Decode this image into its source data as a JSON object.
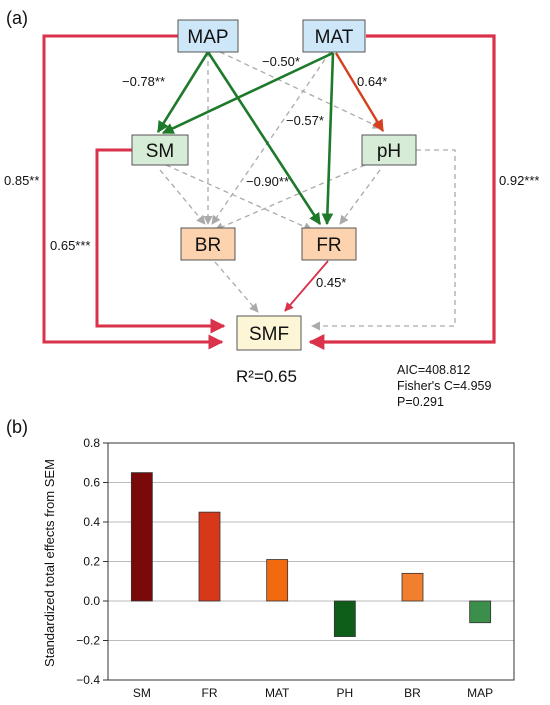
{
  "panel_a": {
    "label": "(a)",
    "nodes": {
      "MAP": "MAP",
      "MAT": "MAT",
      "SM": "SM",
      "pH": "pH",
      "BR": "BR",
      "FR": "FR",
      "SMF": "SMF"
    },
    "colors": {
      "driver_fill": "#cde6f8",
      "soil_fill": "#d6ecd6",
      "microbe_fill": "#fcd3ae",
      "smf_fill": "#fdf6d6",
      "positive_strong": "#d9324a",
      "negative": "#1e7a2a",
      "positive_orange": "#d5401f",
      "nonsignificant": "#aaaaaa"
    },
    "path_labels": {
      "map_sm": "−0.78**",
      "mat_sm": "−0.50*",
      "mat_ph": "0.64*",
      "mat_fr": "−0.57*",
      "sm_fr": "−0.90**",
      "map_smf": "0.85**",
      "mat_smf": "0.92***",
      "sm_smf": "0.65***",
      "fr_smf": "0.45*"
    },
    "r2": "R²=0.65",
    "stats": [
      "AIC=408.812",
      "Fisher's C=4.959",
      "P=0.291"
    ]
  },
  "panel_b": {
    "label": "(b)"
  },
  "chart_data": {
    "type": "bar",
    "categories": [
      "SM",
      "FR",
      "MAT",
      "PH",
      "BR",
      "MAP"
    ],
    "values": [
      0.65,
      0.45,
      0.21,
      -0.18,
      0.14,
      -0.11
    ],
    "colors": [
      "#7a0a0a",
      "#d8381a",
      "#f26a10",
      "#0e5e1a",
      "#f27f30",
      "#3b8f4b"
    ],
    "ylabel": "Standardized total effects from SEM",
    "xlabel": "",
    "ylim": [
      -0.4,
      0.8
    ],
    "yticks": [
      "0.8",
      "0.6",
      "0.4",
      "0.2",
      "0.0",
      "−0.2",
      "−0.4"
    ],
    "grid": true
  }
}
